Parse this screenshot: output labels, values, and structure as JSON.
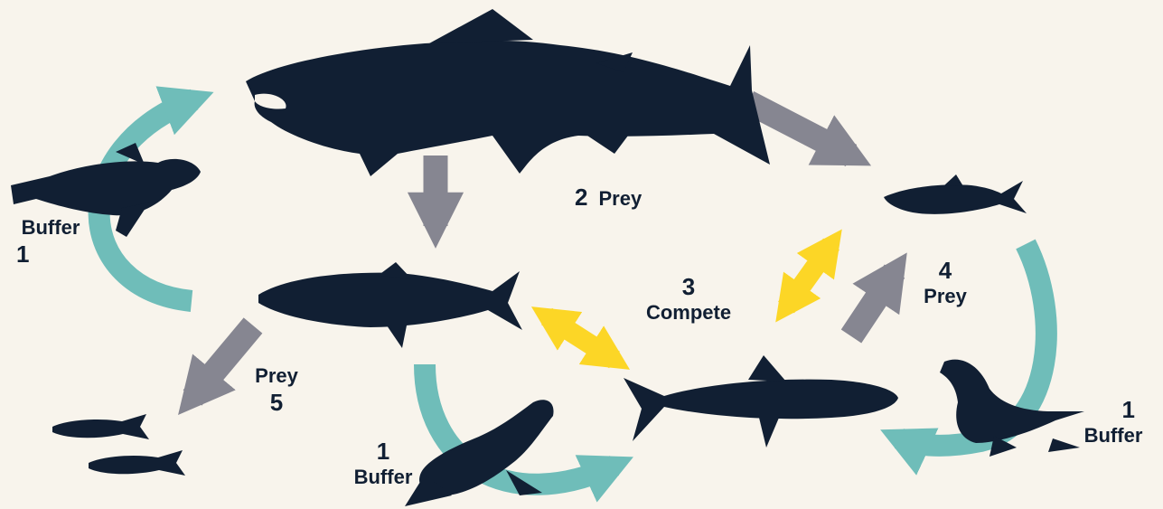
{
  "colors": {
    "background": "#F8F4EC",
    "silhouette": "#111F33",
    "buffer_arrow": "#6FBDB9",
    "prey_arrow": "#868691",
    "compete_arrow": "#FCD626",
    "text": "#111F33"
  },
  "labels": {
    "buffer_left": {
      "word": "Buffer",
      "number": "1"
    },
    "prey_center": {
      "number": "2",
      "word": "Prey"
    },
    "compete": {
      "number": "3",
      "word": "Compete"
    },
    "prey_right": {
      "number": "4",
      "word": "Prey"
    },
    "prey_lower_left": {
      "word": "Prey",
      "number": "5"
    },
    "buffer_bottom": {
      "number": "1",
      "word": "Buffer"
    },
    "buffer_right": {
      "number": "1",
      "word": "Buffer"
    }
  },
  "icons": [
    "salmon-icon",
    "seal-icon",
    "herring-icon",
    "small-fish-icon",
    "juvenile-fish-icon",
    "trout-icon",
    "sea-lion-icon"
  ]
}
